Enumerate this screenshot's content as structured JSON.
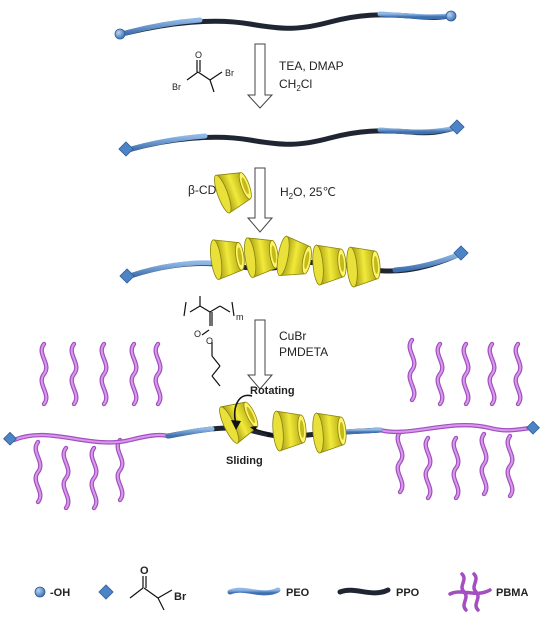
{
  "step1": {
    "reagent_line1": "TEA, DMAP",
    "reagent_line2_prefix": "CH",
    "reagent_line2_sub": "2",
    "reagent_line2_suffix": "Cl",
    "chem_br_left": "Br",
    "chem_br_right": "Br",
    "chem_o": "O"
  },
  "step2": {
    "host_label": "β-CD",
    "cond_prefix": "H",
    "cond_sub": "2",
    "cond_suffix": "O, 25℃"
  },
  "step3": {
    "reagent_line1": "CuBr",
    "reagent_line2": "PMDETA",
    "monomer_o1": "O",
    "monomer_o2": "O",
    "monomer_n": "m"
  },
  "annotations": {
    "rotating": "Rotating",
    "sliding": "Sliding"
  },
  "legend": {
    "oh": "-OH",
    "br": "Br",
    "o": "O",
    "peo": "PEO",
    "ppo": "PPO",
    "pbma": "PBMA"
  },
  "colors": {
    "peo": "#5b8fc9",
    "ppo": "#1f2533",
    "pbma": "#c07ad6",
    "cd": "#d8cf1a",
    "end": "#4c84c6"
  }
}
